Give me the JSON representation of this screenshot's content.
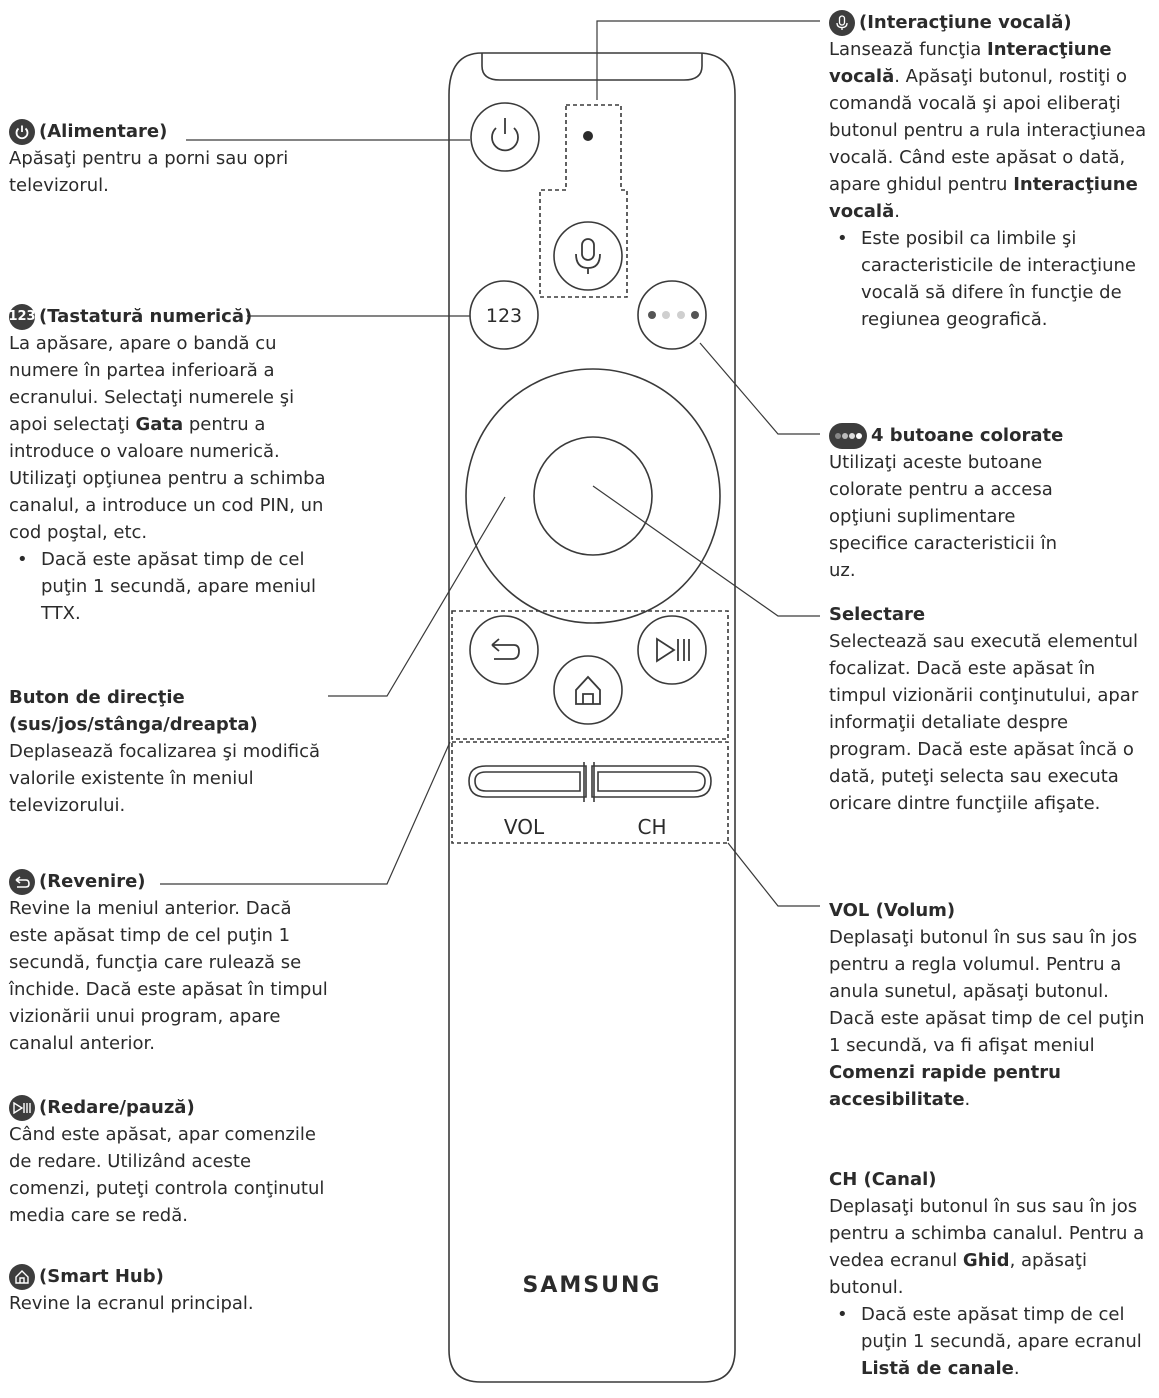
{
  "remote": {
    "key_123": "123",
    "vol_label": "VOL",
    "ch_label": "CH",
    "brand": "SAMSUNG"
  },
  "callouts": {
    "power": {
      "title": "(Alimentare)",
      "body": "Apăsaţi pentru a porni sau opri televizorul.",
      "icon": "power-icon"
    },
    "numeric": {
      "icon_text": "123",
      "title": "(Tastatură numerică)",
      "body_pre": "La apăsare, apare o bandă cu numere în partea inferioară a ecranului. Selectaţi numerele şi apoi selectaţi ",
      "body_bold": "Gata",
      "body_post": " pentru a introduce o valoare numerică. Utilizaţi opţiunea pentru a schimba canalul, a introduce un cod PIN, un cod poştal, etc.",
      "bullet": "Dacă este apăsat timp de cel puţin 1 secundă, apare meniul TTX."
    },
    "direction": {
      "title": "Buton de direcţie (sus/jos/stânga/dreapta)",
      "body": "Deplasează focalizarea şi modifică valorile existente în meniul televizorului."
    },
    "return": {
      "title": "(Revenire)",
      "body": "Revine la meniul anterior. Dacă este apăsat timp de cel puţin 1 secundă, funcţia care rulează se închide. Dacă este apăsat în timpul vizionării unui program, apare canalul anterior.",
      "icon": "return-icon"
    },
    "playpause": {
      "title": "(Redare/pauză)",
      "body": "Când este apăsat, apar comenzile de redare. Utilizând aceste comenzi, puteţi controla conţinutul media care se redă.",
      "icon": "play-pause-icon"
    },
    "smarthub": {
      "title": "(Smart Hub)",
      "body": "Revine la ecranul principal.",
      "icon": "home-icon"
    },
    "voice": {
      "title": "(Interacţiune vocală)",
      "b1": "Lansează funcţia ",
      "b2": "Interacţiune vocală",
      "b3": ". Apăsaţi butonul, rostiţi o comandă vocală şi apoi eliberaţi butonul pentru a rula interacţiunea vocală. Când este apăsat o dată, apare ghidul pentru ",
      "b4": "Interacţiune vocală",
      "b5": ".",
      "bullet": "Este posibil ca limbile şi caracteristicile de interacţiune vocală să difere în funcţie de regiunea geografică.",
      "icon": "microphone-icon"
    },
    "color": {
      "title": "4 butoane colorate",
      "body": "Utilizaţi aceste butoane colorate pentru a accesa opţiuni suplimentare specifice caracteristicii în uz.",
      "icon": "color-buttons-icon"
    },
    "select": {
      "title": "Selectare",
      "body": "Selectează sau execută elementul focalizat. Dacă este apăsat în timpul vizionării conţinutului, apar informaţii detaliate despre program. Dacă este apăsat încă o dată, puteţi selecta sau executa oricare dintre funcţiile afişate."
    },
    "vol": {
      "title": "VOL (Volum)",
      "b1": "Deplasaţi butonul în sus sau în jos pentru a regla volumul. Pentru a anula sunetul, apăsaţi butonul. Dacă este apăsat timp de cel puţin 1 secundă, va fi afişat meniul ",
      "b2": "Comenzi rapide pentru accesibilitate",
      "b3": "."
    },
    "ch": {
      "title": "CH (Canal)",
      "b1": "Deplasaţi butonul în sus sau în jos pentru a schimba canalul. Pentru a vedea ecranul ",
      "b2": "Ghid",
      "b3": ", apăsaţi butonul.",
      "bullet_pre": "Dacă este apăsat timp de cel puţin 1 secundă, apare ecranul ",
      "bullet_bold": "Listă de canale",
      "bullet_post": "."
    }
  }
}
